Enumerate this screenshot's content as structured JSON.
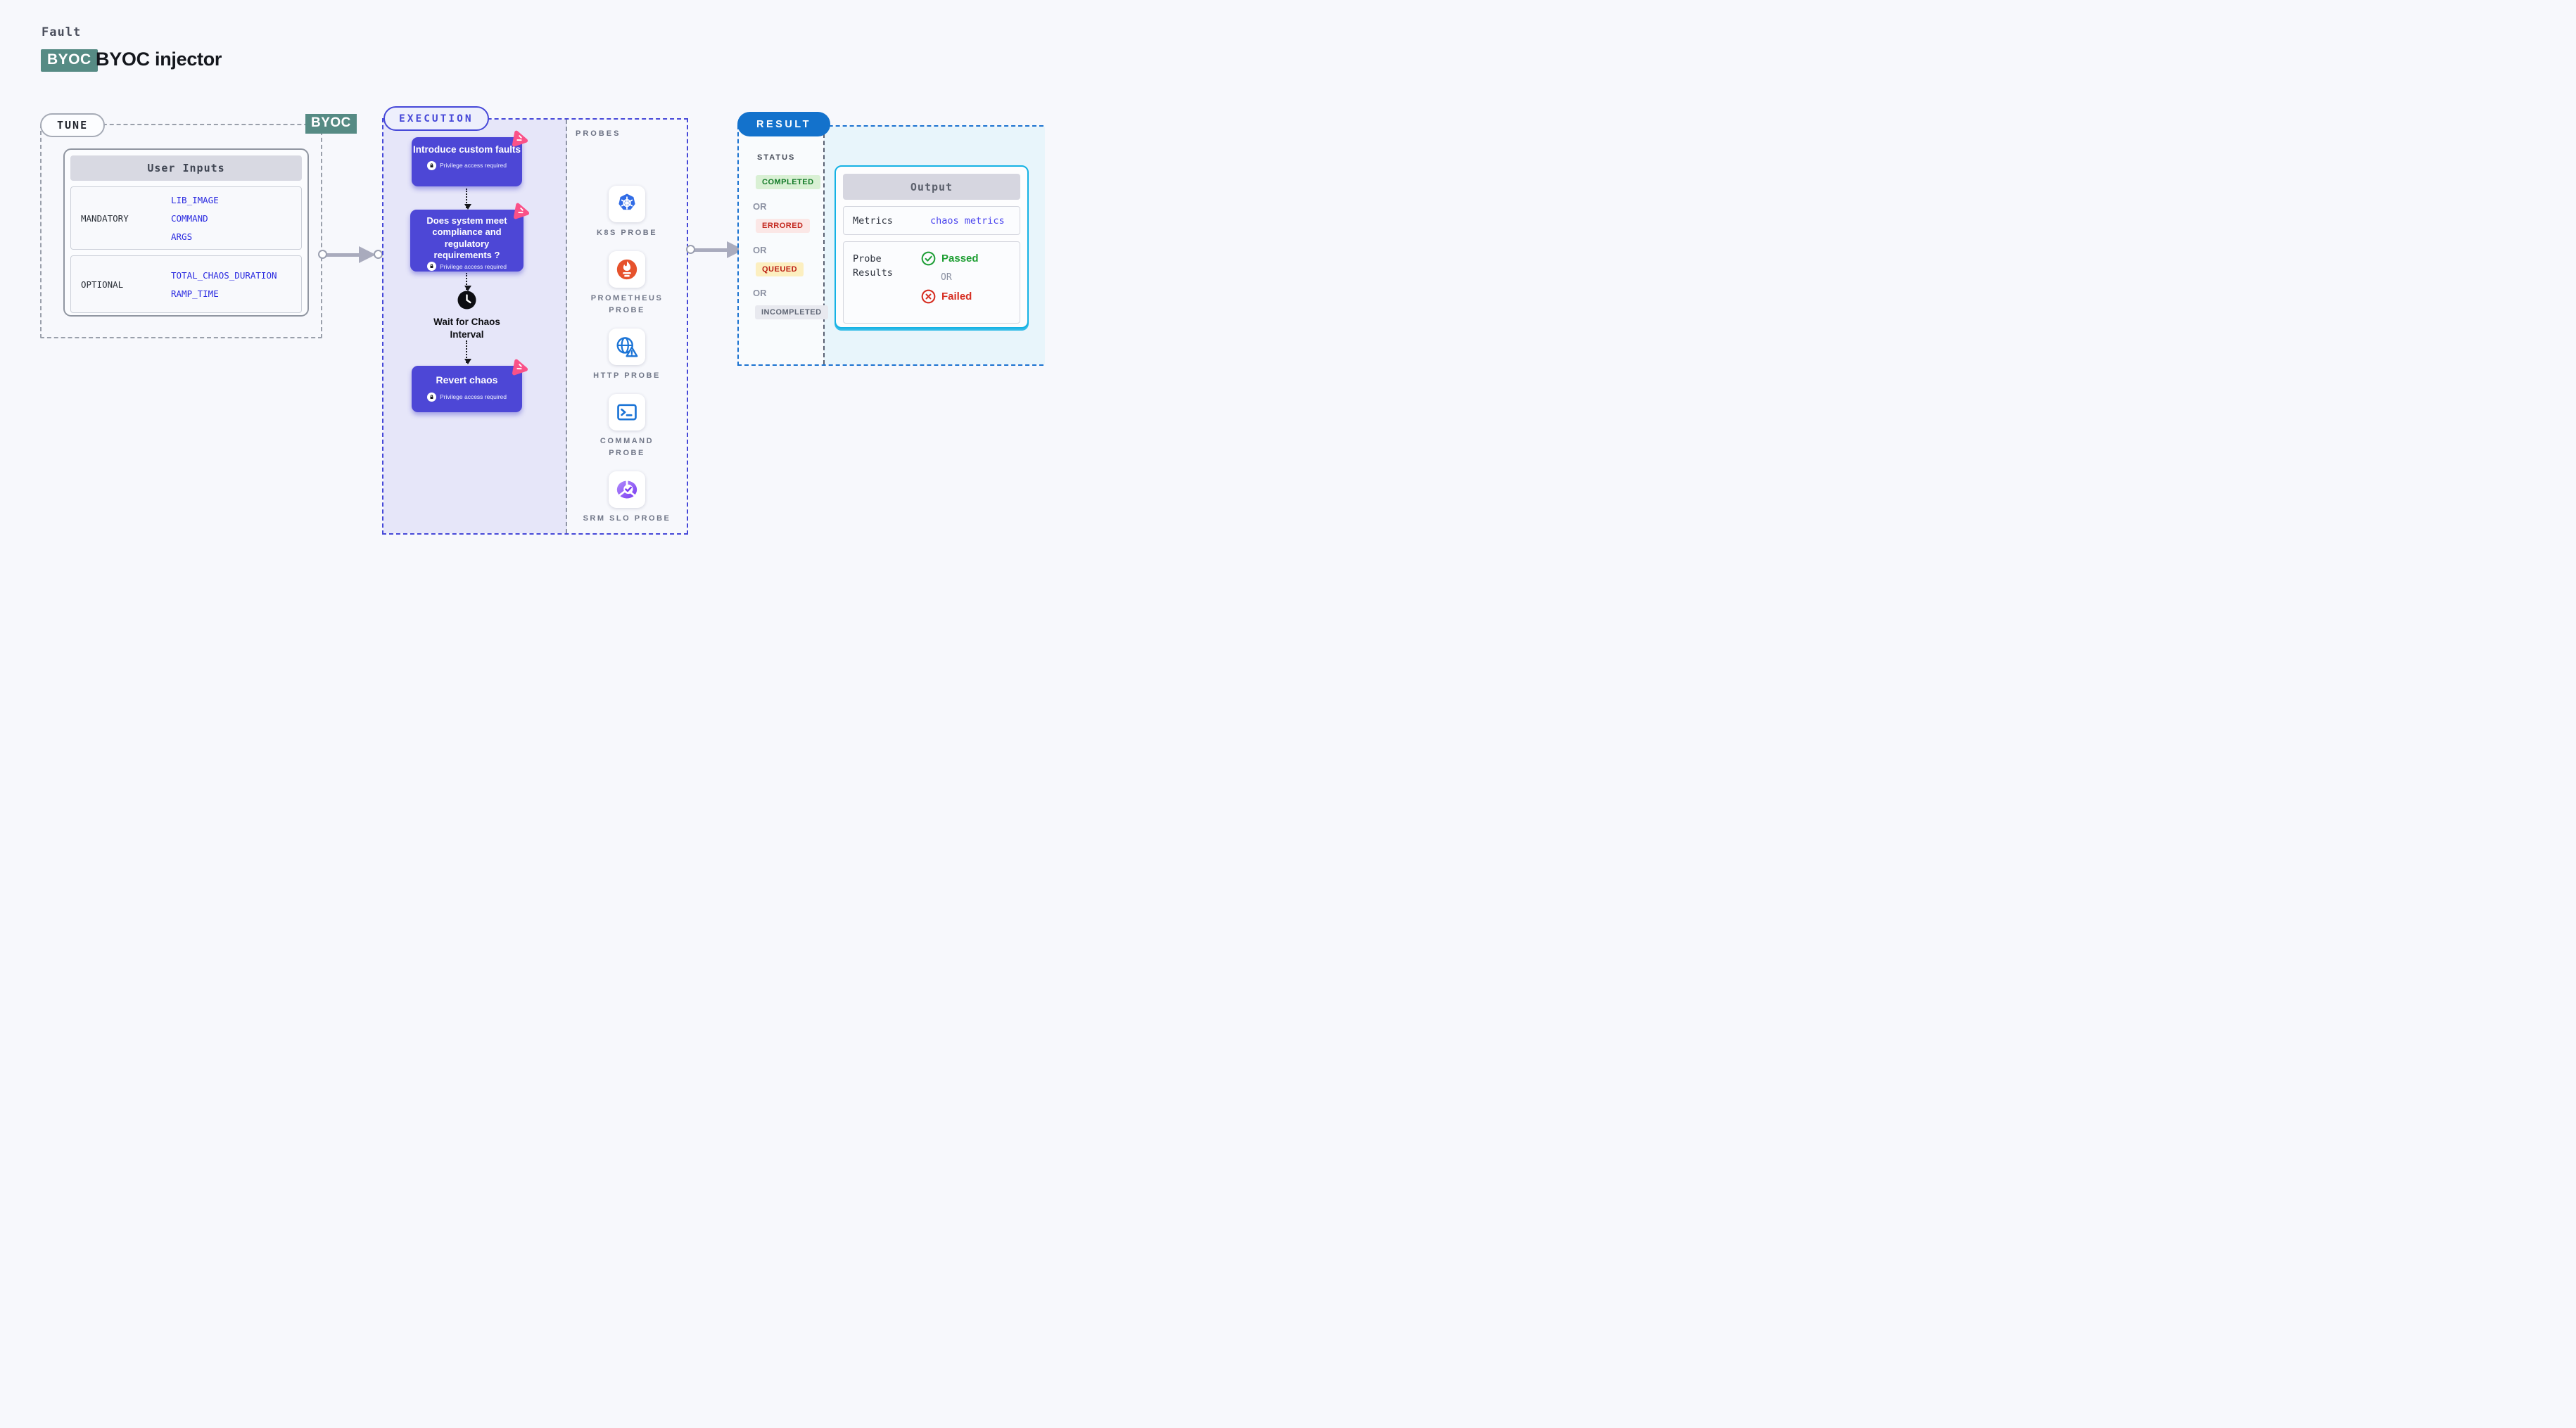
{
  "header": {
    "category": "Fault",
    "badge": "BYOC",
    "title": "BYOC injector"
  },
  "tune": {
    "pill": "TUNE",
    "corner_badge": "BYOC",
    "card_title": "User Inputs",
    "rows": [
      {
        "label": "MANDATORY",
        "values": [
          "LIB_IMAGE",
          "COMMAND",
          "ARGS"
        ]
      },
      {
        "label": "OPTIONAL",
        "values": [
          "TOTAL_CHAOS_DURATION",
          "RAMP_TIME"
        ]
      }
    ]
  },
  "execution": {
    "pill": "EXECUTION",
    "steps": [
      {
        "title": "Introduce custom faults",
        "note": "Privilege access required"
      },
      {
        "title": "Does system meet compliance and regulatory requirements ?",
        "note": "Privilege access required"
      }
    ],
    "wait_step": {
      "title": "Wait for Chaos Interval"
    },
    "revert_step": {
      "title": "Revert chaos",
      "note": "Privilege access required"
    }
  },
  "probes": {
    "heading": "PROBES",
    "items": [
      {
        "label": "K8S PROBE",
        "icon": "kubernetes-icon"
      },
      {
        "label": "PROMETHEUS PROBE",
        "icon": "prometheus-icon"
      },
      {
        "label": "HTTP PROBE",
        "icon": "http-globe-warning-icon"
      },
      {
        "label": "COMMAND PROBE",
        "icon": "terminal-icon"
      },
      {
        "label": "SRM SLO PROBE",
        "icon": "slo-donut-check-icon"
      }
    ]
  },
  "result": {
    "pill": "RESULT",
    "status_heading": "STATUS",
    "or_separator": "OR",
    "statuses": [
      {
        "label": "COMPLETED",
        "kind": "success"
      },
      {
        "label": "ERRORED",
        "kind": "error"
      },
      {
        "label": "QUEUED",
        "kind": "warning"
      },
      {
        "label": "INCOMPLETED",
        "kind": "neutral"
      }
    ],
    "output": {
      "title": "Output",
      "metrics_label": "Metrics",
      "metrics_value": "chaos metrics",
      "probe_results_label": "Probe Results",
      "passed": "Passed",
      "or": "OR",
      "failed": "Failed"
    }
  },
  "colors": {
    "accent_indigo": "#4648d8",
    "node_purple": "#4d47d6",
    "teal_badge": "#568b84",
    "result_blue": "#1372cc",
    "output_cyan_border": "#14b2e4",
    "success_green": "#1d9e32",
    "error_red": "#d62e22",
    "queued_bg": "#fcefc0",
    "lavender_bg": "#e6e6f9",
    "pink_icon": "#fa5188",
    "tune_value_blue": "#2a2ae0",
    "kubernetes_blue": "#316ce6",
    "prometheus_orange": "#e6522c",
    "slo_purple": "#7a3bf0"
  }
}
